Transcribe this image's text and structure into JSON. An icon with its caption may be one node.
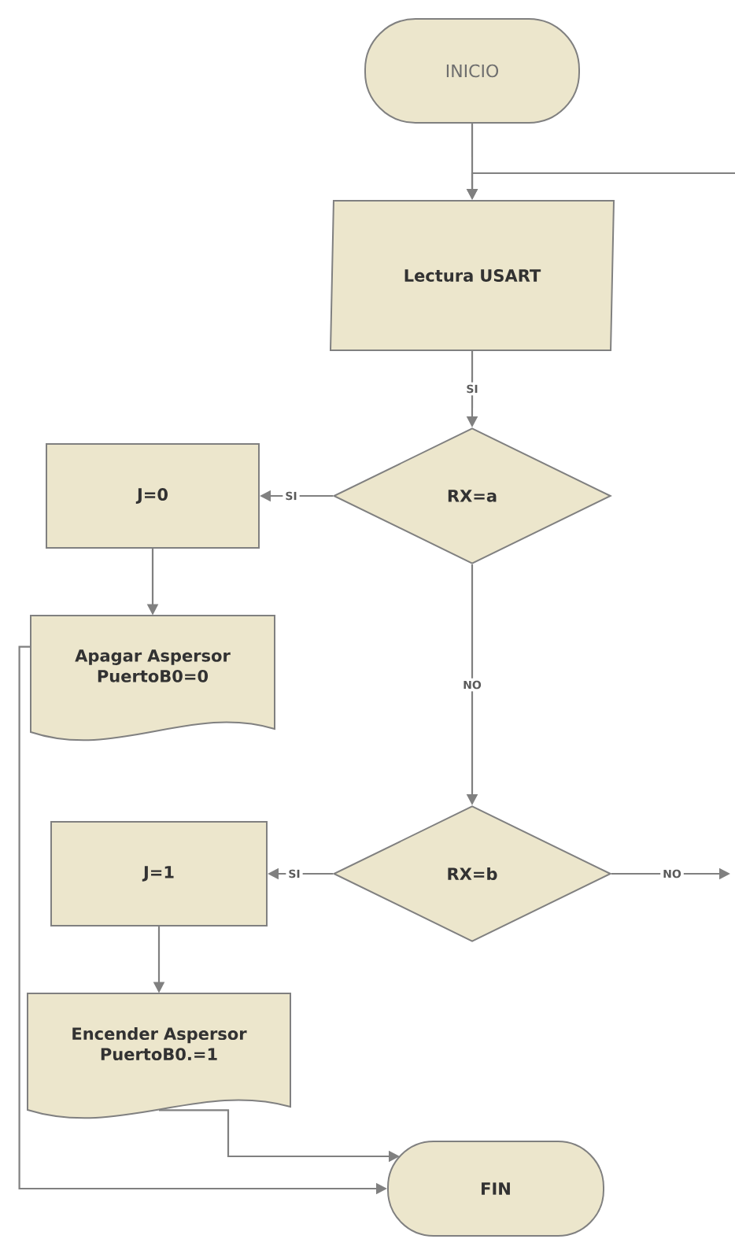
{
  "diagram": {
    "nodes": [
      {
        "text": [
          "INICIO"
        ]
      },
      {
        "text": [
          "Lectura USART"
        ]
      },
      {
        "text": [
          "RX=a"
        ]
      },
      {
        "text": [
          "J=0"
        ]
      },
      {
        "text": [
          "Apagar Aspersor PuertoB0=0"
        ]
      },
      {
        "text": [
          "RX=b"
        ]
      },
      {
        "text": [
          "J=1"
        ]
      },
      {
        "text": [
          "Encender Aspersor PuertoB0.=1"
        ]
      },
      {
        "text": [
          "FIN"
        ]
      }
    ],
    "edges": [
      {
        "from": 0,
        "to": 1,
        "arrow": "to"
      },
      {
        "from": null,
        "to": 1,
        "arrow": "to"
      },
      {
        "from": 1,
        "to": 2,
        "arrow": "to",
        "label": "SI"
      },
      {
        "from": 2,
        "to": 3,
        "arrow": "to",
        "label": "SI"
      },
      {
        "from": 2,
        "to": 5,
        "arrow": "to",
        "label": "NO"
      },
      {
        "from": 3,
        "to": 4,
        "arrow": "to"
      },
      {
        "from": 5,
        "to": 6,
        "arrow": "to",
        "label": "SI"
      },
      {
        "from": 5,
        "to": null,
        "arrow": "to",
        "label": "NO"
      },
      {
        "from": 6,
        "to": 7,
        "arrow": "to"
      },
      {
        "from": 7,
        "to": 8,
        "arrow": "to"
      },
      {
        "from": 4,
        "to": 8,
        "arrow": "to"
      }
    ]
  }
}
